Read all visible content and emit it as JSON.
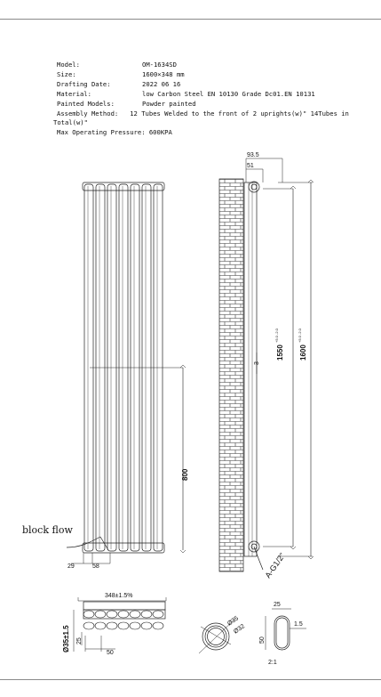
{
  "specs": {
    "model_label": "Model:",
    "model_value": "OM-1634SD",
    "size_label": "Size:",
    "size_value": "1600×348 mm",
    "date_label": "Drafting Date:",
    "date_value": "2022 06 16",
    "material_label": "Material:",
    "material_value": "low Carbon Steel  EN 10130 Grade Dc01.EN 10131",
    "painted_label": "Painted Models:",
    "painted_value": "Powder painted",
    "assembly_label": "Assembly Method:",
    "assembly_value": "12 Tubes Welded to the front of 2 uprights(w)\"  14Tubes in Total(w)\"",
    "pressure_label": "Max Operating Pressure:",
    "pressure_value": "600KPA"
  },
  "dims": {
    "top_depth": "93.5",
    "top_offset": "51",
    "gap": "3",
    "centres_base": "1550",
    "centres_tol": "+5.0\n-2.0",
    "height_base": "1600",
    "height_tol": "+5.0\n-2.0",
    "valve_height": "800",
    "bottom_left": "29",
    "bottom_right": "58",
    "thread": "A-G1/2\"",
    "width": "348±1.5%",
    "tube_height": "25",
    "tube_pitch": "50",
    "tube_depth": "Ø35±1.5",
    "dia_outer": "Ø35",
    "dia_inner": "Ø32",
    "oval_top": "25",
    "oval_height": "50",
    "oval_wall": "1.5",
    "scale": "2:1"
  },
  "labels": {
    "block_flow": "block flow"
  }
}
